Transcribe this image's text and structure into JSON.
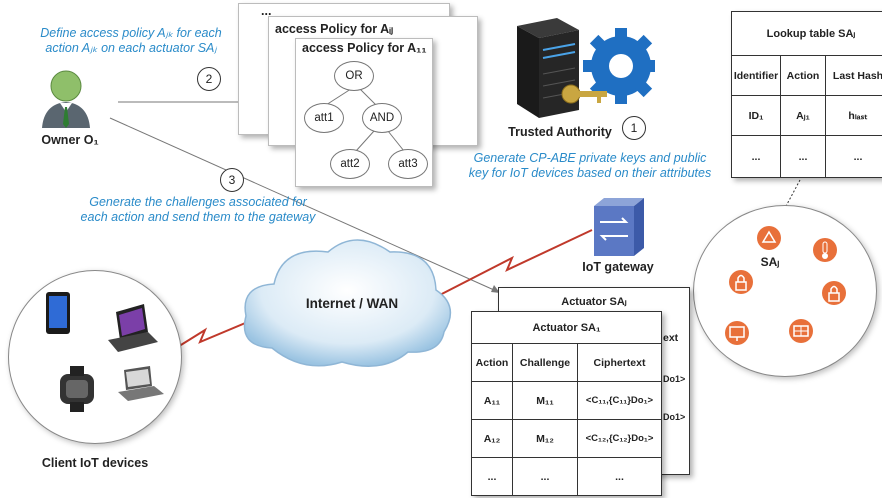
{
  "owner": {
    "label": "Owner O₁",
    "caption_line1": "Define access policy Aⱼₖ for each",
    "caption_line2": "action Aⱼₖ on each actuator SAⱼ"
  },
  "steps": {
    "step1": "1",
    "step2": "2",
    "step3": "3"
  },
  "policy_cards": {
    "back_title": "...",
    "middle_title": "access Policy for Aᵢⱼ",
    "front_title": "access Policy for A₁₁",
    "tree": {
      "root": "OR",
      "left": "att1",
      "and": "AND",
      "and_left": "att2",
      "and_right": "att3"
    }
  },
  "challenge_caption": {
    "line1": "Generate the challenges  associated for",
    "line2": "each action and send them to the gateway"
  },
  "trusted_authority": {
    "label": "Trusted Authority",
    "caption_line1": "Generate CP-ABE private keys and public",
    "caption_line2": "key for IoT devices based on their attributes"
  },
  "lookup_table": {
    "title": "Lookup table SAⱼ",
    "headers": [
      "Identifier",
      "Action",
      "Last Hash"
    ],
    "rows": [
      [
        "ID₁",
        "Aⱼ₁",
        "hₗₐₛₜ"
      ],
      [
        "...",
        "...",
        "..."
      ]
    ]
  },
  "gateway": {
    "label": "IoT gateway"
  },
  "cloud": {
    "label": "Internet / WAN"
  },
  "sensor_actuator": {
    "label": "SAⱼ"
  },
  "clients": {
    "label": "Client IoT devices"
  },
  "actuator_back": {
    "title": "Actuator SAⱼ",
    "frag_header": "ext",
    "frag_rows": [
      "Do1>",
      "Do1>",
      ""
    ]
  },
  "actuator_front": {
    "title": "Actuator SA₁",
    "headers": [
      "Action",
      "Challenge",
      "Ciphertext"
    ],
    "rows": [
      [
        "A₁₁",
        "M₁₁",
        "<C₁₁,{C₁₁}Do₁>"
      ],
      [
        "A₁₂",
        "M₁₂",
        "<C₁₂,{C₁₂}Do₁>"
      ],
      [
        "...",
        "...",
        "..."
      ]
    ]
  },
  "colors": {
    "accent_blue": "#2a8bc9",
    "link_red": "#c0392b",
    "gear_blue": "#1f6fc2",
    "sa_orange": "#e8703a"
  }
}
